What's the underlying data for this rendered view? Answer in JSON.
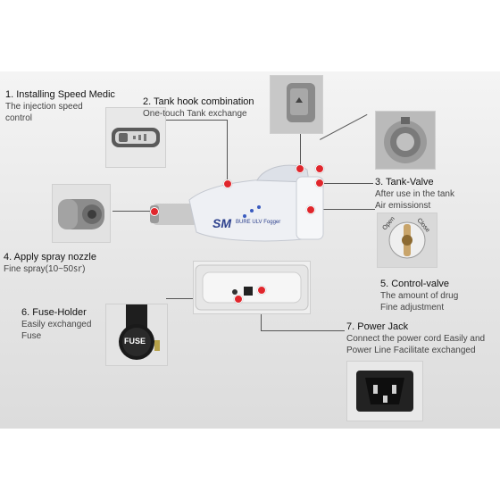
{
  "callouts": [
    {
      "id": "1",
      "title": "1. Installing Speed Medic",
      "desc": [
        "The injection speed",
        "control"
      ]
    },
    {
      "id": "2",
      "title": "2. Tank hook combination",
      "desc": [
        "One-touch Tank exchange"
      ]
    },
    {
      "id": "3",
      "title": "3. Tank-Valve",
      "desc": [
        "After use in the tank",
        "Air emissionst"
      ]
    },
    {
      "id": "4",
      "title": "4. Apply spray nozzle",
      "desc": [
        "Fine spray(10~50㏛)"
      ]
    },
    {
      "id": "5",
      "title": "5. Control-valve",
      "desc": [
        "The amount of drug",
        "Fine adjustment"
      ]
    },
    {
      "id": "6",
      "title": "6. Fuse-Holder",
      "desc": [
        "Easily exchanged",
        "Fuse"
      ]
    },
    {
      "id": "7",
      "title": "7. Power Jack",
      "desc": [
        "Connect the power cord Easily and",
        "Power Line Facilitate exchanged"
      ]
    }
  ],
  "device": {
    "brand": "SM",
    "model": "BURE ULV Fogger"
  },
  "valve": {
    "open": "Open",
    "close": "Close"
  },
  "fuse": {
    "label": "FUSE"
  },
  "colors": {
    "marker": "#e0262c",
    "body": "#f0f0f2",
    "accent": "#2b3f8c"
  }
}
